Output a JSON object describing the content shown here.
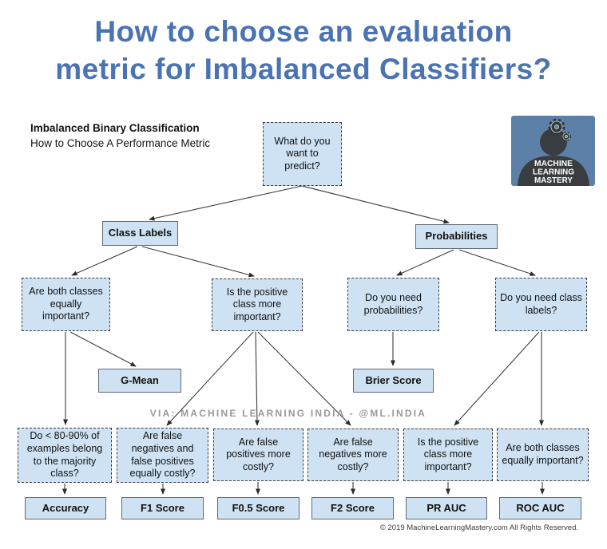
{
  "title": {
    "line1": "How to choose an evaluation",
    "line2": "metric for Imbalanced Classifiers?"
  },
  "subtitle": {
    "bold_line": "Imbalanced Binary Classification",
    "line2": "How to Choose A Performance Metric"
  },
  "logo": {
    "line1": "MACHINE",
    "line2": "LEARNING",
    "line3": "MASTERY",
    "bg_color": "#5c80a8",
    "silhouette_color": "#393d3f"
  },
  "colors": {
    "title_blue": "#4a73b2",
    "box_fill": "#cfe2f3",
    "arrow": "#3c3c3c"
  },
  "nodes": {
    "predict": {
      "label": "What do you want to predict?"
    },
    "class_labels": {
      "label": "Class Labels"
    },
    "probabilities": {
      "label": "Probabilities"
    },
    "q_both_1": {
      "label": "Are both classes equally important?"
    },
    "q_positive_1": {
      "label": "Is the positive class more important?"
    },
    "q_need_prob": {
      "label": "Do you need probabilities?"
    },
    "q_need_labels": {
      "label": "Do you need class labels?"
    },
    "g_mean": {
      "label": "G-Mean"
    },
    "brier": {
      "label": "Brier Score"
    },
    "q_majority": {
      "label": "Do < 80-90% of examples belong to the majority class?"
    },
    "q_fnfp": {
      "label": "Are false negatives and false positives equally costly?"
    },
    "q_fp": {
      "label": "Are false positives more costly?"
    },
    "q_fn": {
      "label": "Are false negatives more costly?"
    },
    "q_positive_2": {
      "label": "Is the positive class more important?"
    },
    "q_both_2": {
      "label": "Are both classes equally important?"
    },
    "accuracy": {
      "label": "Accuracy"
    },
    "f1": {
      "label": "F1 Score"
    },
    "f05": {
      "label": "F0.5 Score"
    },
    "f2": {
      "label": "F2 Score"
    },
    "pr_auc": {
      "label": "PR AUC"
    },
    "roc_auc": {
      "label": "ROC AUC"
    }
  },
  "edges": [
    {
      "from": "predict",
      "to": "class_labels"
    },
    {
      "from": "predict",
      "to": "probabilities"
    },
    {
      "from": "class_labels",
      "to": "q_both_1"
    },
    {
      "from": "class_labels",
      "to": "q_positive_1"
    },
    {
      "from": "probabilities",
      "to": "q_need_prob"
    },
    {
      "from": "probabilities",
      "to": "q_need_labels"
    },
    {
      "from": "q_both_1",
      "to": "g_mean"
    },
    {
      "from": "q_both_1",
      "to": "q_majority"
    },
    {
      "from": "q_positive_1",
      "to": "q_fnfp"
    },
    {
      "from": "q_positive_1",
      "to": "q_fp"
    },
    {
      "from": "q_positive_1",
      "to": "q_fn"
    },
    {
      "from": "q_need_prob",
      "to": "brier"
    },
    {
      "from": "q_need_labels",
      "to": "q_positive_2"
    },
    {
      "from": "q_need_labels",
      "to": "q_both_2"
    },
    {
      "from": "q_majority",
      "to": "accuracy"
    },
    {
      "from": "q_fnfp",
      "to": "f1"
    },
    {
      "from": "q_fp",
      "to": "f05"
    },
    {
      "from": "q_fn",
      "to": "f2"
    },
    {
      "from": "q_positive_2",
      "to": "pr_auc"
    },
    {
      "from": "q_both_2",
      "to": "roc_auc"
    }
  ],
  "watermark": "VIA: MACHINE LEARNING INDIA - @ML.INDIA",
  "copyright": "© 2019 MachineLearningMastery.com All Rights Reserved."
}
